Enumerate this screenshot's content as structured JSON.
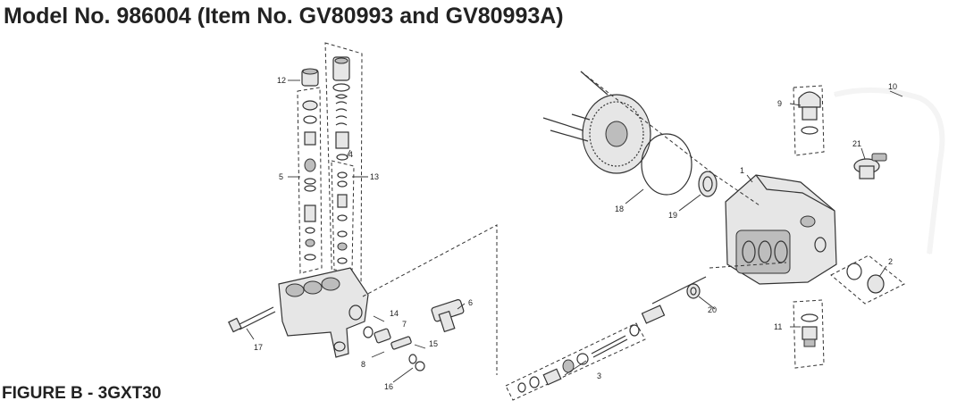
{
  "title": "Model No. 986004 (Item No. GV80993 and GV80993A)",
  "caption": "FIGURE B - 3GXT30",
  "callouts": [
    "1",
    "2",
    "3",
    "4",
    "5",
    "6",
    "7",
    "8",
    "9",
    "10",
    "11",
    "12",
    "13",
    "14",
    "15",
    "16",
    "17",
    "18",
    "19",
    "20",
    "21"
  ],
  "colors": {
    "line": "#333333",
    "fill": "#e6e6e6",
    "shade": "#bdbdbd"
  }
}
